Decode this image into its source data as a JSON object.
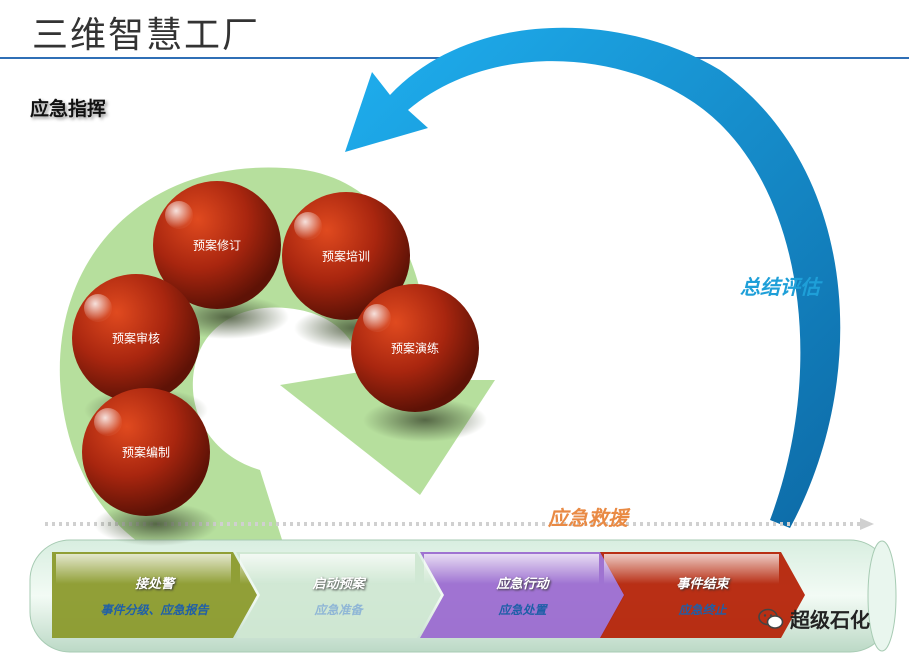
{
  "title": "三维智慧工厂",
  "subtitle": "应急指挥",
  "cycle": {
    "balls": [
      "预案修订",
      "预案培训",
      "预案审核",
      "预案演练",
      "预案编制"
    ]
  },
  "labels": {
    "summary": "总结评估",
    "rescue": "应急救援"
  },
  "chevrons": [
    {
      "top": "接处警",
      "bottom": "事件分级、应急报告",
      "color": "#8b9a2c"
    },
    {
      "top": "启动预案",
      "bottom": "应急准备",
      "color": "#cfe7d2"
    },
    {
      "top": "应急行动",
      "bottom": "应急处置",
      "color": "#9b6bd0"
    },
    {
      "top": "事件结束",
      "bottom": "应急终止",
      "color": "#b52408"
    }
  ],
  "brand": "超级石化",
  "colors": {
    "arrow_blue": "#1fa3e6",
    "summary_text": "#1e9fd8",
    "rescue_text": "#e98a44",
    "ball_red": "#a9260f"
  }
}
